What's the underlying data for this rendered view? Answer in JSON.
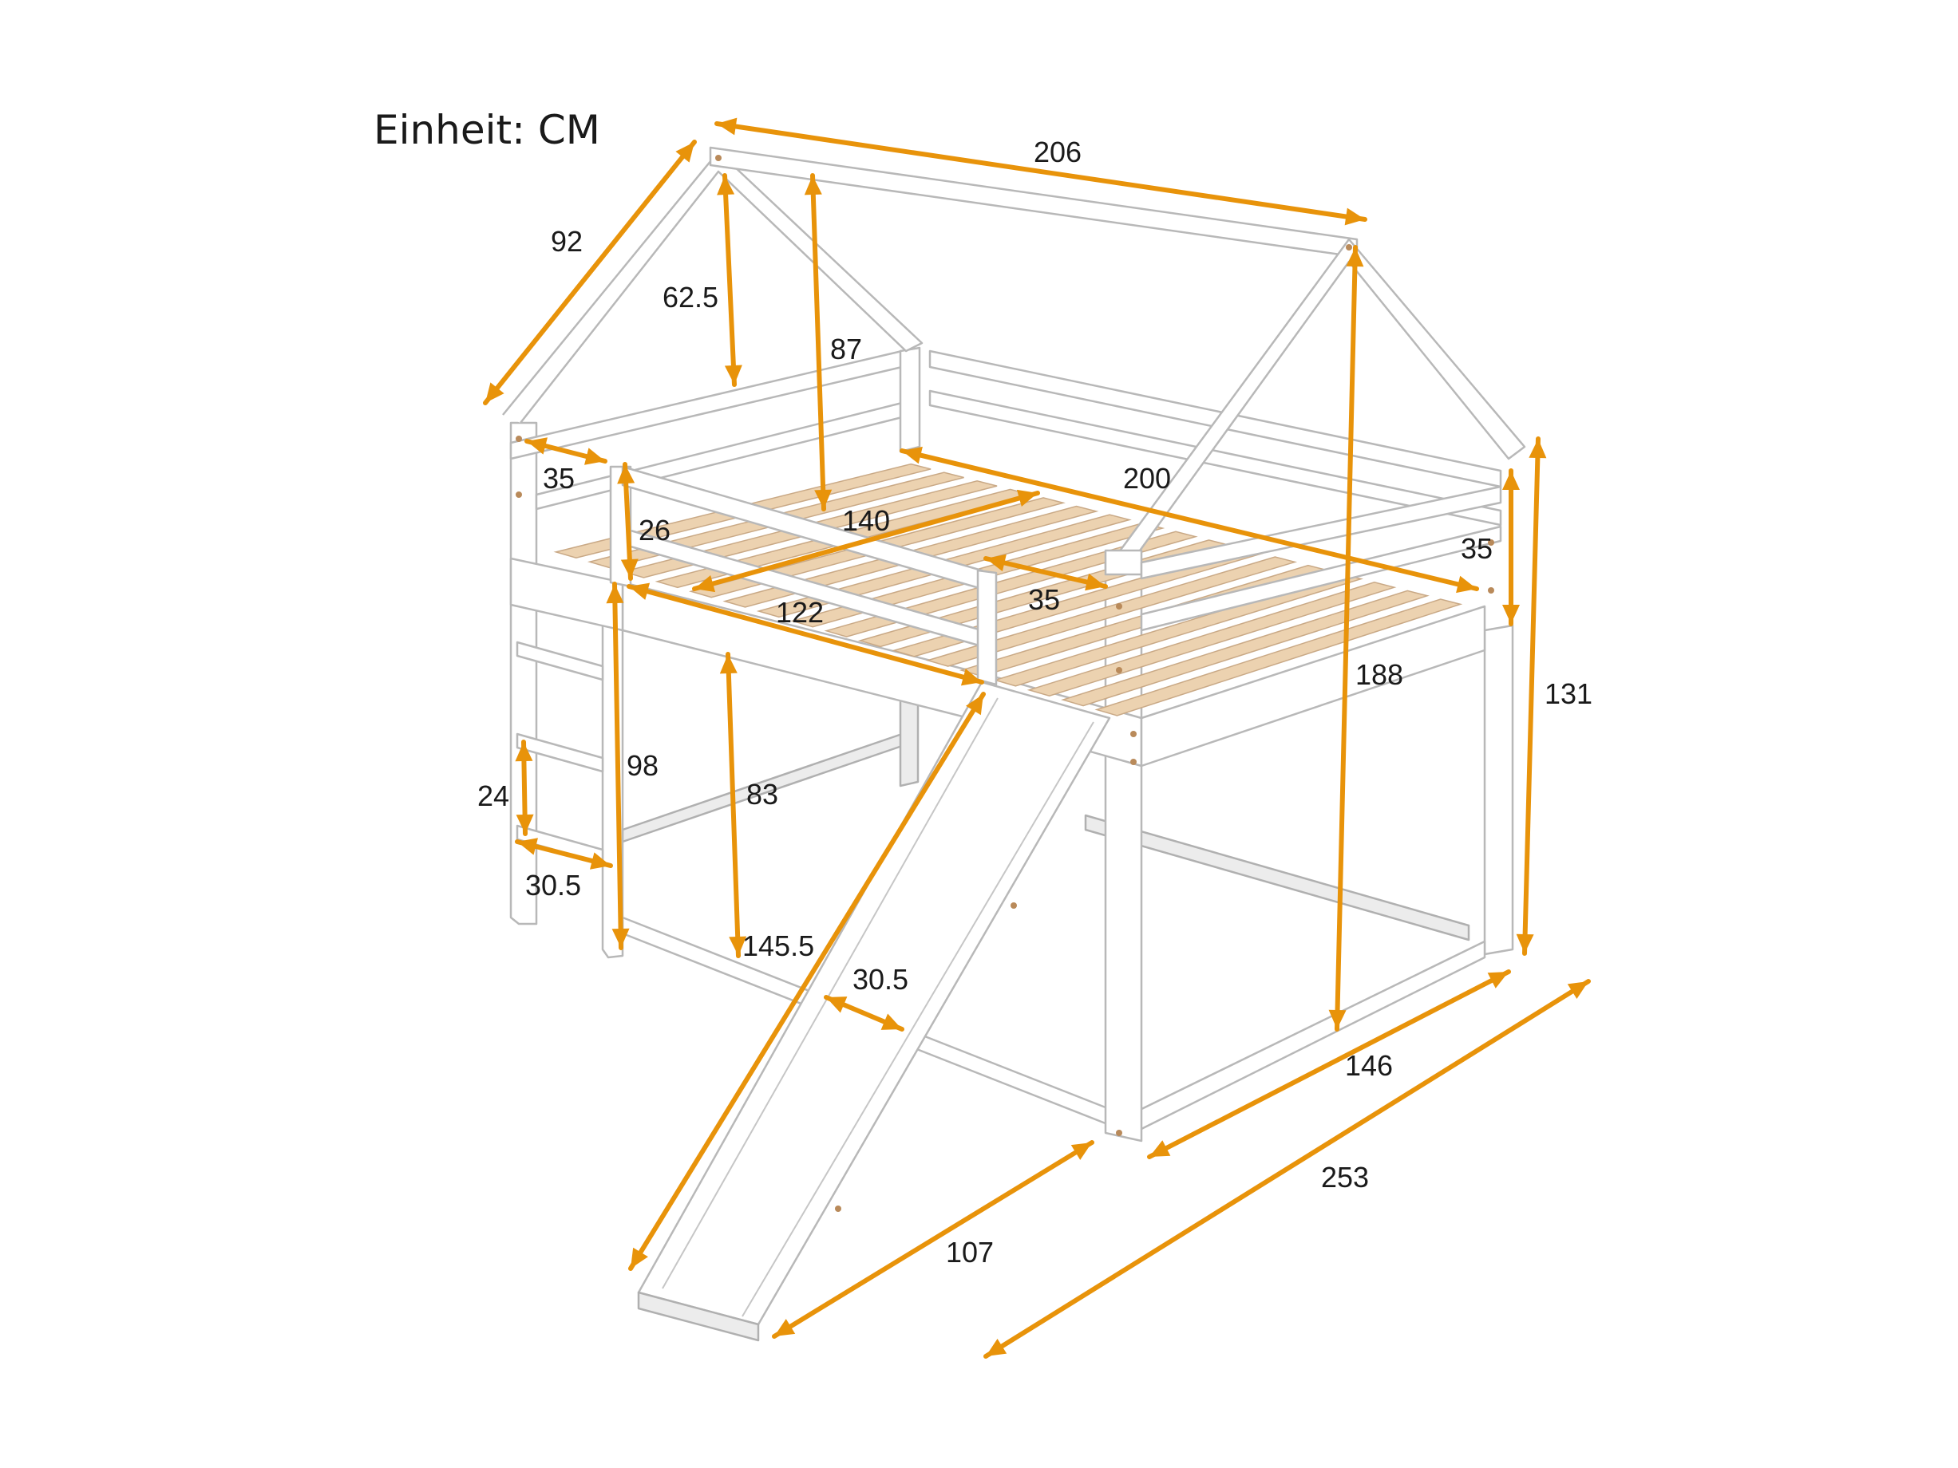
{
  "unit_label": "Einheit: CM",
  "colors": {
    "dimension": "#e8930a",
    "frame": "#ffffff",
    "outline": "#b8b8b8",
    "slats": "#ecd2b0",
    "label": "#1a1a1a"
  },
  "dimensions": {
    "roof_length": "206",
    "roof_depth": "92",
    "gable_height": "62.5",
    "roof_to_deck": "87",
    "rail_end_gap": "35",
    "rail_height": "26",
    "mattress_width": "140",
    "mattress_length": "200",
    "guard_back": "35",
    "front_rail": "122",
    "opening": "35",
    "total_height": "188",
    "post_height": "131",
    "ladder_height": "98",
    "clearance": "83",
    "ladder_step": "24",
    "ladder_width": "30.5",
    "slide_length": "145.5",
    "slide_width": "30.5",
    "frame_width": "146",
    "slide_projection": "107",
    "overall_length": "253"
  }
}
